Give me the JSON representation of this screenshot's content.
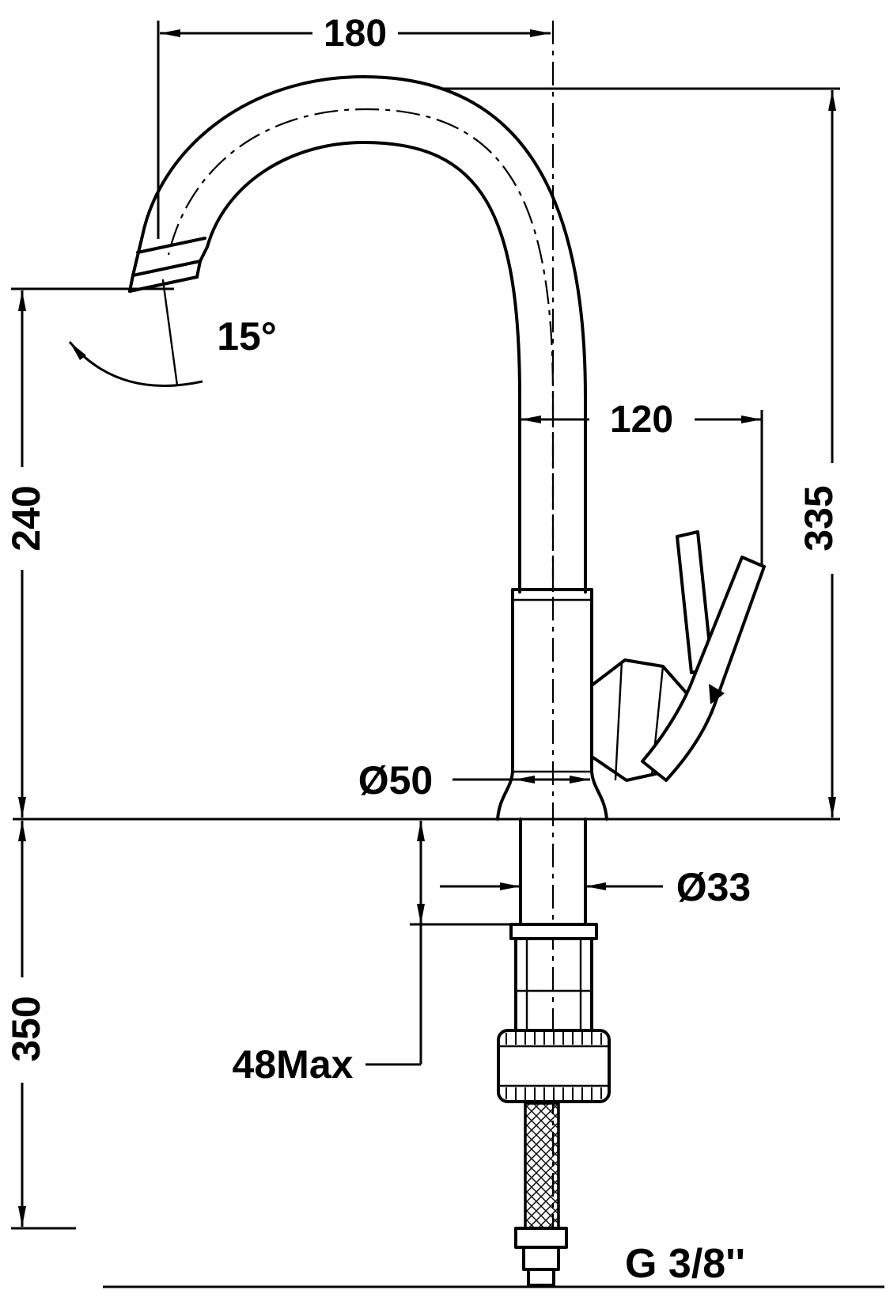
{
  "labels": {
    "spout_reach": "180",
    "swivel_angle": "15°",
    "handle_reach": "120",
    "outlet_height": "240",
    "total_height": "335",
    "base_diameter": "Ø50",
    "shank_diameter": "Ø33",
    "under_counter_depth": "350",
    "max_deck_thickness": "48Max",
    "connection_thread": "G 3/8''"
  },
  "colors": {
    "ink": "#000000",
    "paper": "#ffffff"
  }
}
